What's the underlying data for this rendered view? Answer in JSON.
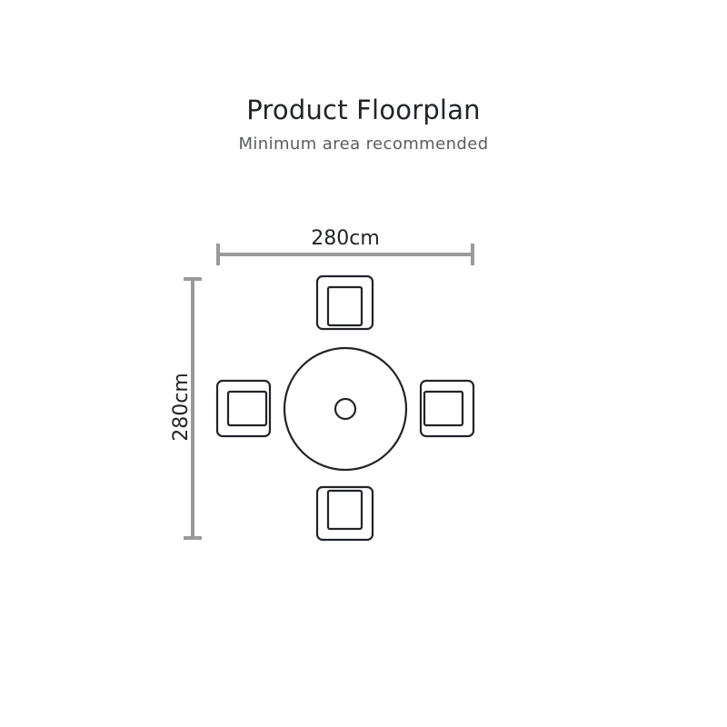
{
  "header": {
    "title": "Product Floorplan",
    "subtitle": "Minimum area recommended"
  },
  "dimensions": {
    "width_label": "280cm",
    "depth_label": "280cm"
  },
  "colors": {
    "dimension_line": "#9a9a9a",
    "outline": "#222428",
    "text": "#222428",
    "subtitle_text": "#5a5c60"
  }
}
